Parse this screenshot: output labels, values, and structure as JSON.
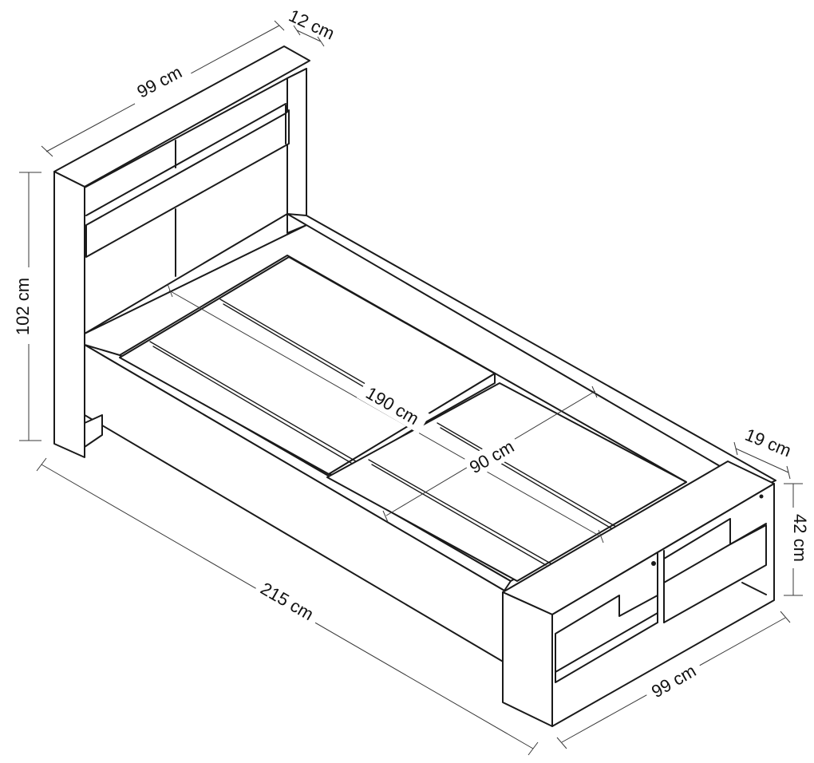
{
  "dimensions": {
    "headboard_width": "99 cm",
    "headboard_depth": "12 cm",
    "headboard_height": "102 cm",
    "total_length": "215 cm",
    "mattress_length": "190 cm",
    "mattress_width": "90 cm",
    "footboard_depth": "19 cm",
    "footboard_height": "42 cm",
    "footboard_width": "99 cm"
  }
}
